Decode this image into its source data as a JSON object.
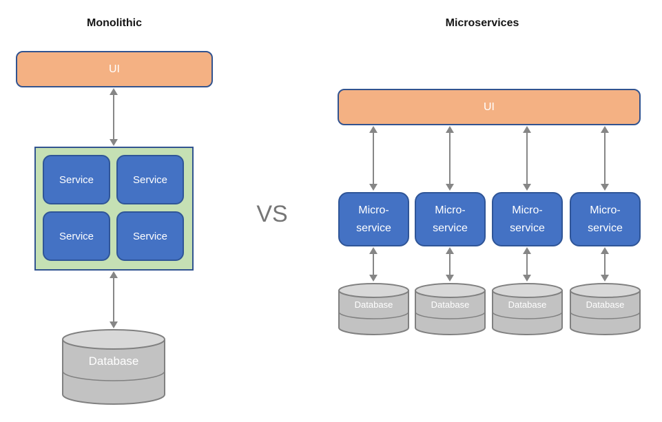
{
  "colors": {
    "orange_fill": "#F4B183",
    "navy_border": "#31538F",
    "blue_fill": "#4472C4",
    "blue_border": "#2F5597",
    "green_fill": "#C5E0B4",
    "gray_fill": "#C2C2C2",
    "gray_top": "#D8D8D8",
    "gray_border": "#808080",
    "arrow_gray": "#868686",
    "vs_gray": "#767676",
    "title_color": "#151515"
  },
  "left": {
    "title": "Monolithic",
    "ui_label": "UI",
    "services": [
      "Service",
      "Service",
      "Service",
      "Service"
    ],
    "database": "Database"
  },
  "center": {
    "vs": "VS"
  },
  "right": {
    "title": "Microservices",
    "ui_label": "UI",
    "microservices": [
      {
        "line1": "Micro-",
        "line2": "service"
      },
      {
        "line1": "Micro-",
        "line2": "service"
      },
      {
        "line1": "Micro-",
        "line2": "service"
      },
      {
        "line1": "Micro-",
        "line2": "service"
      }
    ],
    "databases": [
      "Database",
      "Database",
      "Database",
      "Database"
    ]
  }
}
